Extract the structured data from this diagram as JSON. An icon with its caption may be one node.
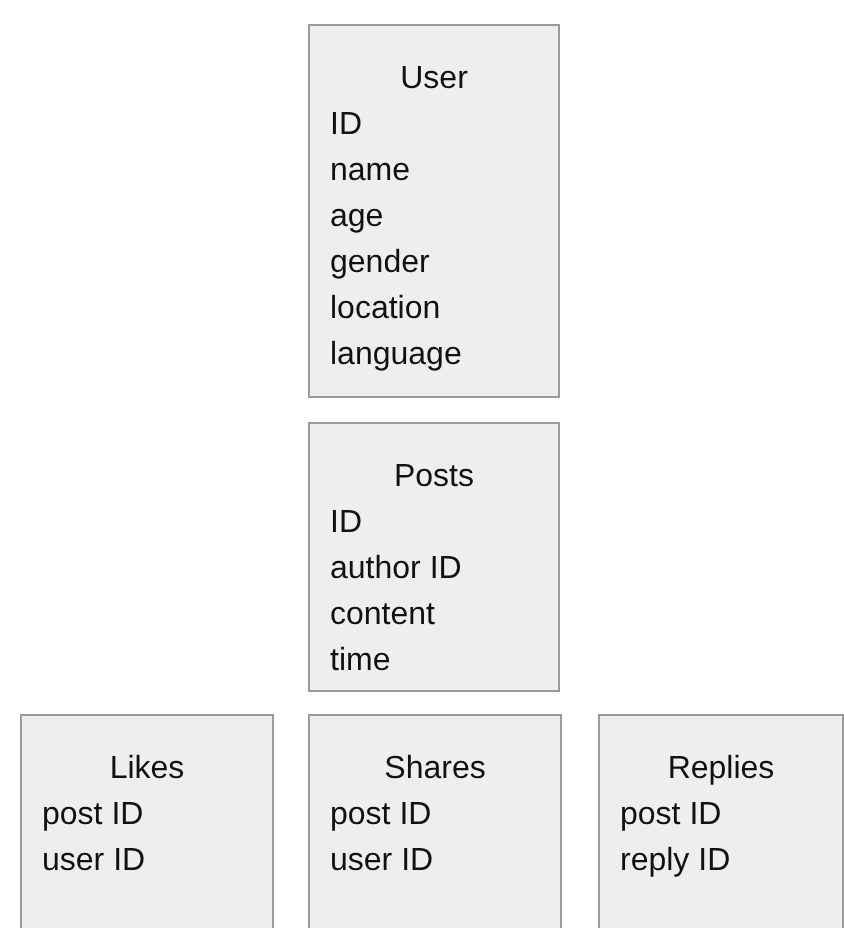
{
  "diagram": {
    "nodes": [
      {
        "text": [
          "User",
          "ID",
          "name",
          "age",
          "gender",
          "location",
          "language"
        ]
      },
      {
        "text": [
          "Posts",
          "ID",
          "author ID",
          "content",
          "time"
        ]
      },
      {
        "text": [
          "Likes",
          "post ID",
          "user ID"
        ]
      },
      {
        "text": [
          "Shares",
          "post ID",
          "user ID"
        ]
      },
      {
        "text": [
          "Replies",
          "post ID",
          "reply ID"
        ]
      }
    ]
  }
}
